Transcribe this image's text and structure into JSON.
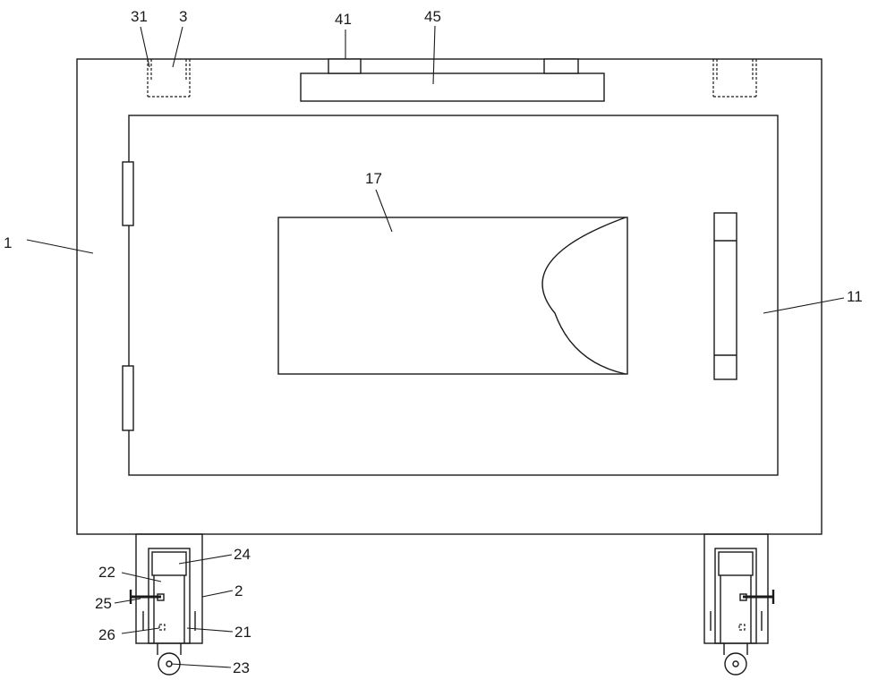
{
  "labels": {
    "l1": "1",
    "l2": "2",
    "l3": "3",
    "l11": "11",
    "l17": "17",
    "l21": "21",
    "l22": "22",
    "l23": "23",
    "l24": "24",
    "l25": "25",
    "l26": "26",
    "l31": "31",
    "l41": "41",
    "l45": "45"
  }
}
